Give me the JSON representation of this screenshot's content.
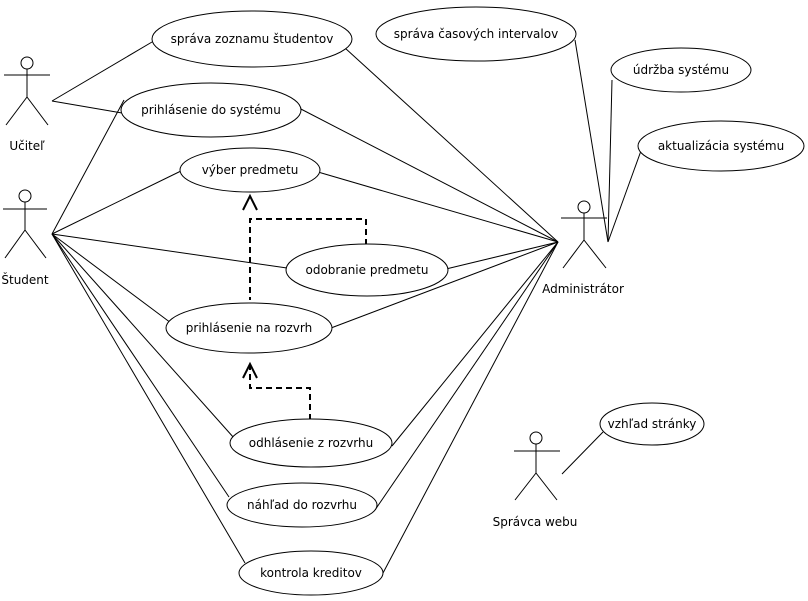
{
  "actors": {
    "teacher": "Učiteľ",
    "student": "Študent",
    "admin": "Administrátor",
    "webmaster": "Správca webu"
  },
  "use_cases": {
    "students_management": "správa zoznamu študentov",
    "login": "prihlásenie do systému",
    "subject_selection": "výber predmetu",
    "subject_removal": "odobranie predmetu",
    "schedule_signup": "prihlásenie na rozvrh",
    "schedule_signout": "odhlásenie z rozvrhu",
    "schedule_view": "náhľad do rozvrhu",
    "credit_check": "kontrola kreditov",
    "time_intervals": "správa časových intervalov",
    "maintenance": "údržba systému",
    "update": "aktualizácia systému",
    "page_look": "vzhľad stránky"
  }
}
